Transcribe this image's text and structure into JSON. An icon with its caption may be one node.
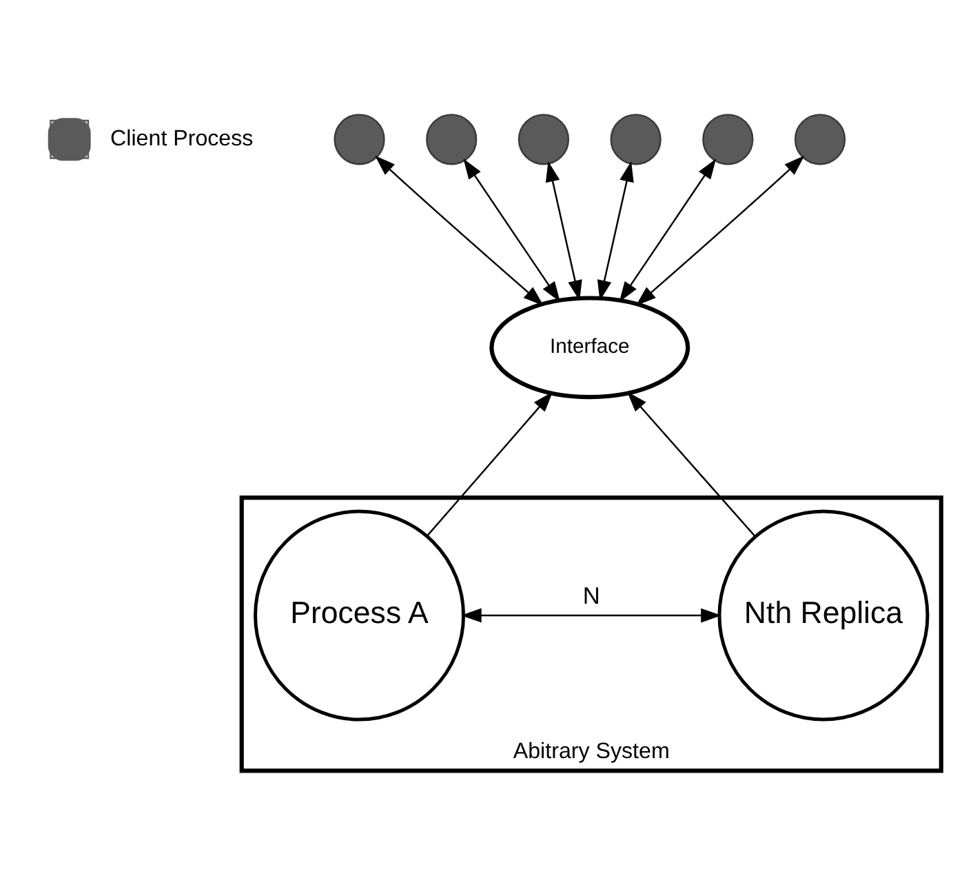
{
  "diagram": {
    "nodes": [
      {
        "text": [
          "Abitrary System"
        ]
      },
      {
        "text": [
          "Interface"
        ]
      },
      {
        "text": [
          "Process A"
        ],
        "in": 0
      },
      {
        "text": [
          "Nth Replica"
        ],
        "in": 0
      },
      {
        "text": [],
        "shape": "circle"
      },
      {
        "text": [],
        "shape": "circle"
      },
      {
        "text": [],
        "shape": "circle"
      },
      {
        "text": [],
        "shape": "circle"
      },
      {
        "text": [],
        "shape": "circle"
      },
      {
        "text": [],
        "shape": "circle"
      }
    ],
    "edges": [
      {
        "from": 4,
        "to": 1,
        "arrow": "both"
      },
      {
        "from": 5,
        "to": 1,
        "arrow": "both"
      },
      {
        "from": 6,
        "to": 1,
        "arrow": "both"
      },
      {
        "from": 7,
        "to": 1,
        "arrow": "both"
      },
      {
        "from": 8,
        "to": 1,
        "arrow": "both"
      },
      {
        "from": 9,
        "to": 1,
        "arrow": "both"
      },
      {
        "from": 2,
        "to": 1,
        "arrow": "to"
      },
      {
        "from": 3,
        "to": 1,
        "arrow": "to"
      },
      {
        "from": 2,
        "to": 3,
        "label": "N",
        "arrow": "both"
      }
    ],
    "legend": [
      {
        "text": "Client Process",
        "color": "#5a5a5a"
      }
    ]
  }
}
